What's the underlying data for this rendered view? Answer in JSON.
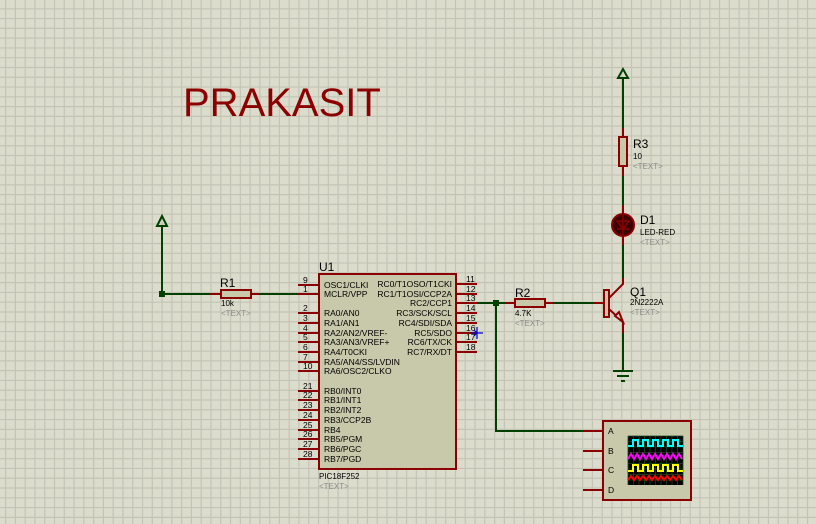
{
  "title": "PRAKASIT",
  "colors": {
    "background": "#dcdccc",
    "grid_minor": "#c4c4b6",
    "grid_major": "#b8b8a8",
    "wire": "#004000",
    "component": "#8b0000",
    "body_fill": "#c8c8aa",
    "hidden_text": "#8c8c8c"
  },
  "components": {
    "u1": {
      "ref": "U1",
      "part": "PIC18F252",
      "text": "<TEXT>",
      "left_pins": [
        {
          "num": "9",
          "label": "OSC1/CLKI"
        },
        {
          "num": "1",
          "label": "MCLR/VPP"
        },
        {
          "num": "2",
          "label": "RA0/AN0"
        },
        {
          "num": "3",
          "label": "RA1/AN1"
        },
        {
          "num": "4",
          "label": "RA2/AN2/VREF-"
        },
        {
          "num": "5",
          "label": "RA3/AN3/VREF+"
        },
        {
          "num": "6",
          "label": "RA4/T0CKI"
        },
        {
          "num": "7",
          "label": "RA5/AN4/SS/LVDIN"
        },
        {
          "num": "10",
          "label": "RA6/OSC2/CLKO"
        },
        {
          "num": "21",
          "label": "RB0/INT0"
        },
        {
          "num": "22",
          "label": "RB1/INT1"
        },
        {
          "num": "23",
          "label": "RB2/INT2"
        },
        {
          "num": "24",
          "label": "RB3/CCP2B"
        },
        {
          "num": "25",
          "label": "RB4"
        },
        {
          "num": "26",
          "label": "RB5/PGM"
        },
        {
          "num": "27",
          "label": "RB6/PGC"
        },
        {
          "num": "28",
          "label": "RB7/PGD"
        }
      ],
      "right_pins": [
        {
          "num": "11",
          "label": "RC0/T1OSO/T1CKI"
        },
        {
          "num": "12",
          "label": "RC1/T1OSI/CCP2A"
        },
        {
          "num": "13",
          "label": "RC2/CCP1"
        },
        {
          "num": "14",
          "label": "RC3/SCK/SCL"
        },
        {
          "num": "15",
          "label": "RC4/SDI/SDA"
        },
        {
          "num": "16",
          "label": "RC5/SDO"
        },
        {
          "num": "17",
          "label": "RC6/TX/CK"
        },
        {
          "num": "18",
          "label": "RC7/RX/DT"
        }
      ]
    },
    "r1": {
      "ref": "R1",
      "value": "10k",
      "text": "<TEXT>"
    },
    "r2": {
      "ref": "R2",
      "value": "4.7K",
      "text": "<TEXT>"
    },
    "r3": {
      "ref": "R3",
      "value": "10",
      "text": "<TEXT>"
    },
    "d1": {
      "ref": "D1",
      "value": "LED-RED",
      "text": "<TEXT>"
    },
    "q1": {
      "ref": "Q1",
      "value": "2N2222A",
      "text": "<TEXT>"
    },
    "scope": {
      "channels": [
        "A",
        "B",
        "C",
        "D"
      ],
      "trace_colors": [
        "#00ffff",
        "#ff00ff",
        "#ffff00",
        "#ff0000"
      ]
    }
  }
}
